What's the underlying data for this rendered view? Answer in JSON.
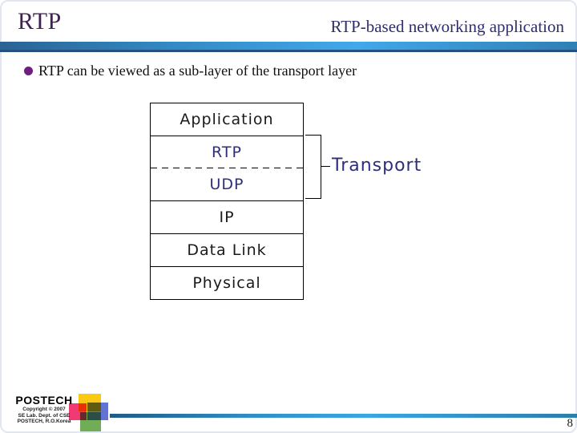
{
  "slide": {
    "title_left": "RTP",
    "title_right": "RTP-based networking application",
    "bullet_text": "RTP can be viewed as a sub-layer of the transport layer",
    "page_number": "8"
  },
  "diagram": {
    "layers": [
      {
        "label": "Application",
        "color": "#1a1a1a"
      },
      {
        "label": "RTP",
        "color": "#2e2e7a"
      },
      {
        "label": "UDP",
        "color": "#2e2e7a"
      },
      {
        "label": "IP",
        "color": "#1a1a1a"
      },
      {
        "label": "Data Link",
        "color": "#1a1a1a"
      },
      {
        "label": "Physical",
        "color": "#1a1a1a"
      }
    ],
    "brace_label": "Transport",
    "brace_label_color": "#2e2e7a"
  },
  "footer": {
    "org": "POSTECH",
    "copyright_lines": [
      "Copyright © 2007",
      "SE Lab. Dept. of CSE",
      "POSTECH, R.O.Korea"
    ]
  },
  "colors": {
    "title_left": "#3f2153",
    "title_right": "#2e2e6e",
    "bullet_dot": "#6e1e7e",
    "top_bar_gradient": [
      "#2a6394",
      "#41a8ea",
      "#2f7fb4"
    ],
    "bottom_bar_gradient": [
      "#1e5c88",
      "#39a6e6",
      "#2c7dab"
    ],
    "logo_yellow": "#fbc913",
    "logo_pink": "#ef3a74",
    "logo_blue": "#6273d4",
    "logo_green": "#71ad57"
  }
}
